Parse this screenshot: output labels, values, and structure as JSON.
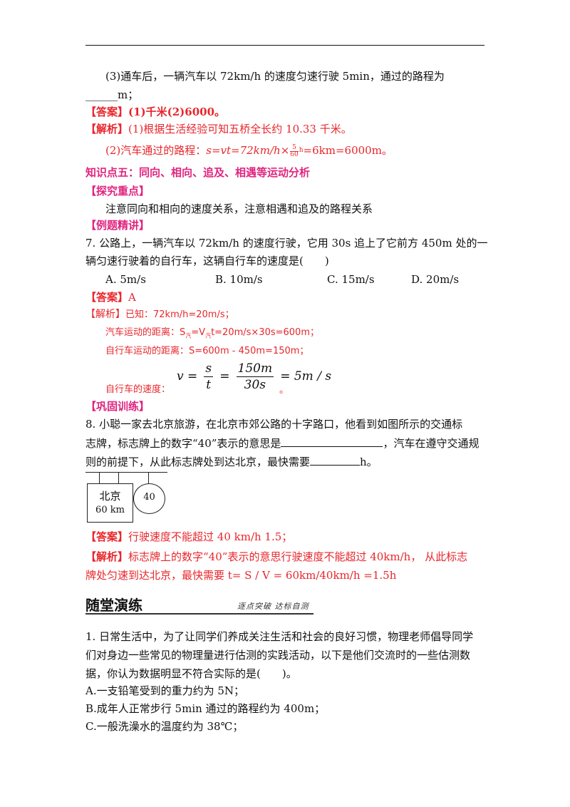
{
  "q6": {
    "part3_line1": "(3)通车后，一辆汽车以 72km/h 的速度匀速行驶 5min，通过的路程为",
    "part3_blank": "______m；",
    "answer_tag": "【答案】",
    "answer_text": "(1)千米(2)6000。",
    "analysis_tag": "【解析】",
    "analysis_text": "(1)根据生活经验可知五桥全长约 10.33 千米。",
    "part2_prefix": "(2)汽车通过的路程：",
    "part2_formula": "s=vt=72km/h×",
    "part2_frac_num": "5",
    "part2_frac_den": "60",
    "part2_frac_unit": "h",
    "part2_suffix": "=6km=6000m。"
  },
  "kp5": {
    "title": "知识点五：同向、相向、追及、相遇等运动分析",
    "focus_tag": "【探究重点】",
    "focus_text": "注意同向和相向的速度关系，注意相遇和追及的路程关系",
    "example_tag": "【例题精讲】"
  },
  "q7": {
    "line1": "7. 公路上，一辆汽车以 72km/h 的速度行驶，它用 30s 追上了它前方 450m 处的一",
    "line2": "辆匀速行驶着的自行车，这辆自行车的速度是(　　)",
    "options": [
      "A. 5m/s",
      "B. 10m/s",
      "C. 15m/s",
      "D. 20m/s"
    ],
    "answer_tag": "【答案】",
    "answer_text": "A",
    "analysis_tag": "【解析】",
    "analysis_line1": "已知：72km/h=20m/s；",
    "analysis_line2_prefix": "汽车运动的距离：S",
    "analysis_line2_sub": "汽",
    "analysis_line2_mid": "=V",
    "analysis_line2_sub2": "汽",
    "analysis_line2_suffix": "t=20m/s×30s=600m；",
    "analysis_line3": "自行车运动的距离：S=600m - 450m=150m；",
    "analysis_line4": "自行车的速度：",
    "eq_lhs": "v =",
    "eq_frac1_num": "s",
    "eq_frac1_den": "t",
    "eq_eq1": "=",
    "eq_frac2_num": "150m",
    "eq_frac2_den": "30s",
    "eq_rhs": "= 5m / s",
    "eq_end": "。"
  },
  "practice": {
    "tag": "【巩固训练】"
  },
  "q8": {
    "line1": "8. 小聪一家去北京旅游，在北京市郊公路的十字路口，他看到如图所示的交通标",
    "line2_a": "志牌，标志牌上的数字“40”表示的意思是",
    "line2_b": "，汽车在遵守交通规",
    "line3_a": "则的前提下，从此标志牌处到达北京，最快需要",
    "line3_b": "h。",
    "sign_city": "北京",
    "sign_distance": "60 km",
    "sign_speed": "40",
    "answer_tag": "【答案】",
    "answer_text": "行驶速度不能超过 40  km/h    1.5；",
    "analysis_tag": "【解析】",
    "analysis_line1": "标志牌上的数字“40”表示的意思行驶速度不能超过 40km/h，  从此标志",
    "analysis_line2": "牌处匀速到达北京，最快需要 t=  S  /  V  =  60km/40km/h  =1.5h"
  },
  "drill": {
    "title": "随堂演练",
    "subtitle": "逐点突破   达标自测"
  },
  "q1": {
    "line1": "1. 日常生活中，为了让同学们养成关注生活和社会的良好习惯，物理老师倡导同学",
    "line2": "们对身边一些常见的物理量进行估测的实践活动，以下是他们交流时的一些估测数",
    "line3": "据，你认为数据明显不符合实际的是(　　)。",
    "option_a": "A.一支铅笔受到的重力约为 5N；",
    "option_b": "B.成年人正常步行 5min 通过的路程约为 400m；",
    "option_c": "C.一般洗澡水的温度约为 38℃；"
  }
}
